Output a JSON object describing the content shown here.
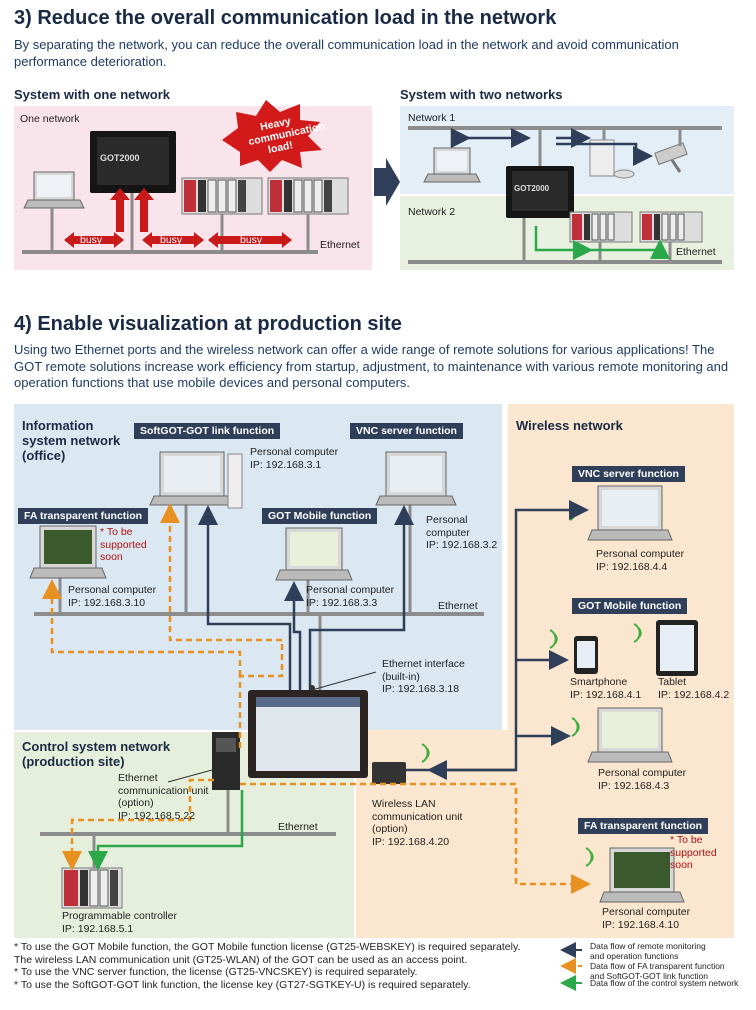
{
  "section3": {
    "title": "3) Reduce the overall communication load in the network",
    "description": "By separating the network, you can reduce the overall communication load in the network and avoid communication performance deterioration.",
    "one_network": {
      "heading": "System with one network",
      "zone_label": "One network",
      "busy_labels": [
        "busy",
        "busy",
        "busy"
      ],
      "callout": [
        "Heavy",
        "communication",
        "load!"
      ],
      "ethernet": "Ethernet"
    },
    "two_networks": {
      "heading": "System with two networks",
      "network1": "Network 1",
      "network2": "Network 2",
      "ethernet": "Ethernet"
    },
    "got_brand": "GOT2000"
  },
  "section4": {
    "title": "4) Enable visualization at production site",
    "description": "Using two Ethernet ports and the wireless network can offer a wide range of remote solutions for various applications! The GOT remote solutions increase work efficiency from startup, adjustment, to maintenance with various remote monitoring and operation functions that use mobile devices and personal computers.",
    "info_zone": {
      "title": [
        "Information",
        "system network",
        "(office)"
      ]
    },
    "wireless_zone": {
      "title": "Wireless network"
    },
    "control_zone": {
      "title": [
        "Control system network",
        "(production site)"
      ]
    },
    "functions": {
      "softgot": "SoftGOT-GOT link function",
      "vnc_info": "VNC server function",
      "fa_info": "FA transparent function",
      "mobile_info": "GOT Mobile function",
      "vnc_wl": "VNC server function",
      "mobile_wl": "GOT Mobile function",
      "fa_wl": "FA transparent function"
    },
    "devices": {
      "pc_softgot": [
        "Personal computer",
        "IP: 192.168.3.1"
      ],
      "pc_vnc_info": [
        "Personal",
        "computer",
        "IP: 192.168.3.2"
      ],
      "pc_fa_info": [
        "Personal computer",
        "IP: 192.168.3.10"
      ],
      "pc_mobile_info": [
        "Personal computer",
        "IP: 192.168.3.3"
      ],
      "eth_interface": [
        "Ethernet interface",
        "(built-in)",
        "IP: 192.168.3.18"
      ],
      "eth_unit": [
        "Ethernet",
        "communication unit",
        "(option)",
        "IP: 192.168.5.22"
      ],
      "wlan_unit": [
        "Wireless LAN",
        "communication unit",
        "(option)",
        "IP: 192.168.4.20"
      ],
      "plc": [
        "Programmable controller",
        "IP: 192.168.5.1"
      ],
      "pc_vnc_wl": [
        "Personal computer",
        "IP: 192.168.4.4"
      ],
      "smartphone": [
        "Smartphone",
        "IP: 192.168.4.1"
      ],
      "tablet": [
        "Tablet",
        "IP: 192.168.4.2"
      ],
      "pc_mobile_wl": [
        "Personal computer",
        "IP: 192.168.4.3"
      ],
      "pc_fa_wl": [
        "Personal computer",
        "IP: 192.168.4.10"
      ]
    },
    "to_be_supported": [
      "* To be",
      "supported",
      "soon"
    ],
    "ethernet_label": "Ethernet",
    "footnotes": [
      "*  To use the GOT Mobile function, the GOT Mobile function license (GT25-WEBSKEY) is required separately.",
      "    The wireless LAN communication unit (GT25-WLAN) of the GOT can be used as an access point.",
      "*  To use the VNC server function, the license (GT25-VNCSKEY) is required separately.",
      "*  To use the SoftGOT-GOT link function, the license key (GT27-SGTKEY-U) is required separately."
    ],
    "legend": [
      {
        "text": [
          "Data flow of remote monitoring",
          "and operation functions"
        ],
        "color": "#2f3f5a",
        "style": "solid"
      },
      {
        "text": [
          "Data flow of FA transparent function",
          "and SoftGOT-GOT link function"
        ],
        "color": "#e89020",
        "style": "dashed"
      },
      {
        "text": [
          "Data flow of the control system network"
        ],
        "color": "#2aa84a",
        "style": "solid"
      }
    ]
  }
}
